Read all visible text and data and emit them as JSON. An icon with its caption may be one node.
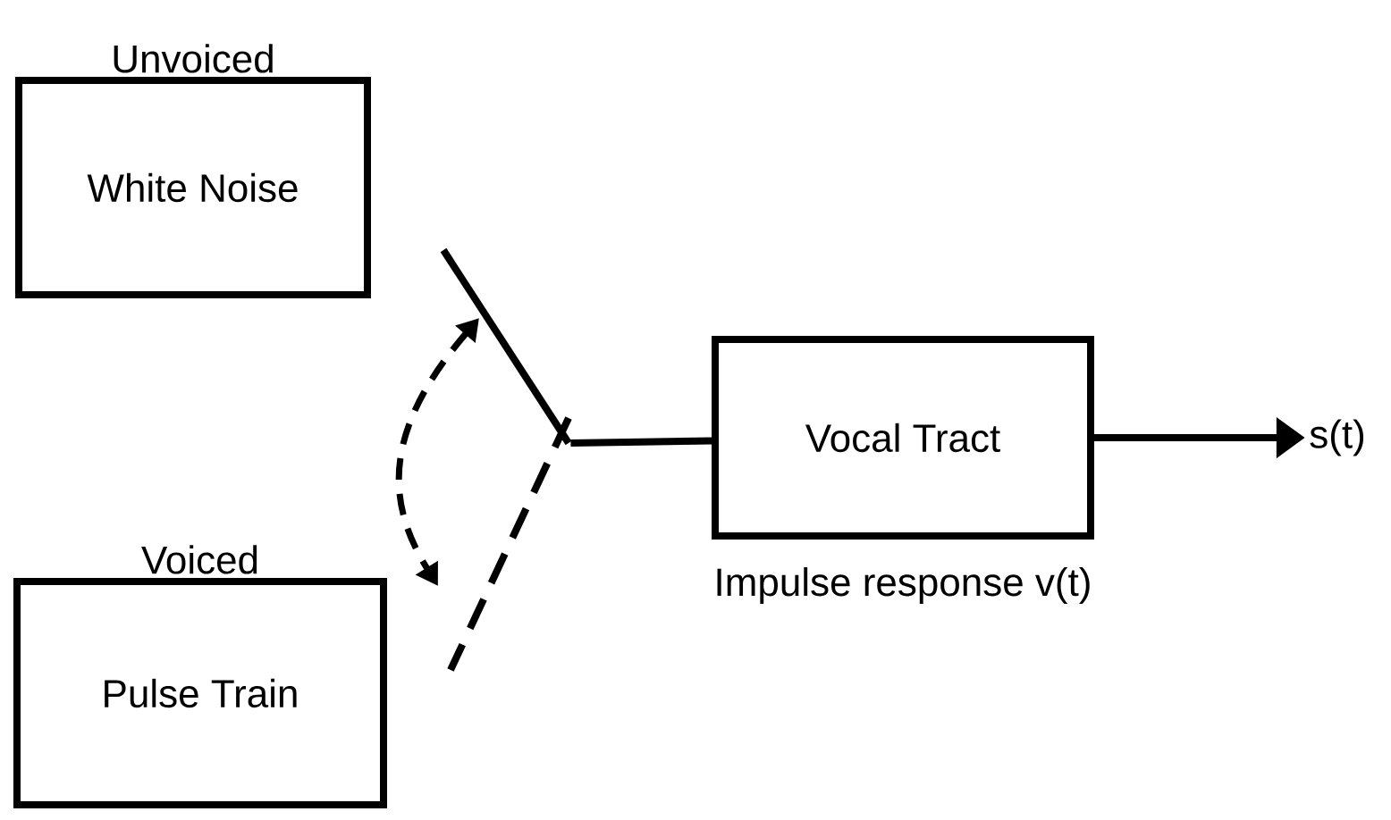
{
  "diagram": {
    "nodes": [
      {
        "text": [
          "White Noise"
        ],
        "beside": [
          "Unvoiced"
        ]
      },
      {
        "text": [
          "Pulse Train"
        ],
        "beside": [
          "Voiced"
        ]
      },
      {
        "text": [],
        "shape": "switch"
      },
      {
        "text": [
          "Vocal Tract"
        ],
        "beside": [
          "Impulse response v(t)"
        ]
      },
      {
        "text": [
          "s(t)"
        ]
      }
    ],
    "edges": [
      {
        "from": 2,
        "to": 3,
        "arrow": "none"
      },
      {
        "from": 3,
        "to": 4,
        "arrow": "to"
      }
    ]
  }
}
